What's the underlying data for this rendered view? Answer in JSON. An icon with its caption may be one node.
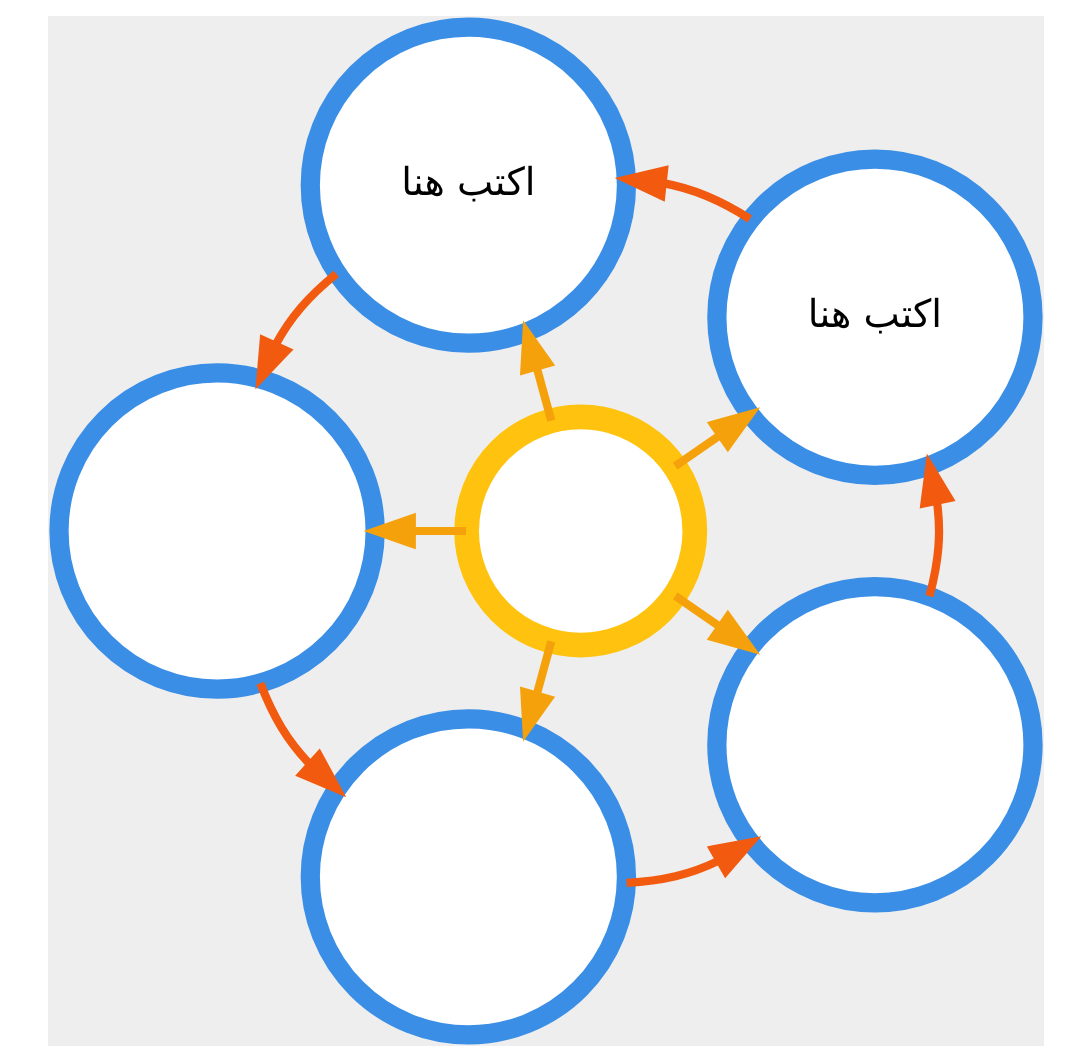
{
  "diagram": {
    "nodes": [
      {
        "text": [
          "اكتب هنا"
        ]
      },
      {
        "text": [
          "اكتب هنا"
        ]
      },
      {
        "text": [],
        "shape": "circle"
      },
      {
        "text": [],
        "shape": "circle"
      },
      {
        "text": [],
        "shape": "circle"
      },
      {
        "text": [],
        "shape": "circle"
      }
    ],
    "edges": [
      {
        "from": 3,
        "to": 0,
        "arrow": "to",
        "color": "#f5a10c"
      },
      {
        "from": 3,
        "to": 1,
        "arrow": "to",
        "color": "#f5a10c"
      },
      {
        "from": 3,
        "to": 4,
        "arrow": "to",
        "color": "#f5a10c"
      },
      {
        "from": 3,
        "to": 5,
        "arrow": "to",
        "color": "#f5a10c"
      },
      {
        "from": 3,
        "to": 2,
        "arrow": "to",
        "color": "#f5a10c"
      },
      {
        "from": 5,
        "to": 4,
        "arrow": "to",
        "color": "#f25a0f"
      },
      {
        "from": 4,
        "to": 1,
        "arrow": "to",
        "color": "#f25a0f"
      },
      {
        "from": 1,
        "to": 0,
        "arrow": "to",
        "color": "#f25a0f"
      },
      {
        "from": 0,
        "to": 2,
        "arrow": "to",
        "color": "#f25a0f"
      },
      {
        "from": 2,
        "to": 5,
        "arrow": "to",
        "color": "#f25a0f"
      }
    ]
  }
}
